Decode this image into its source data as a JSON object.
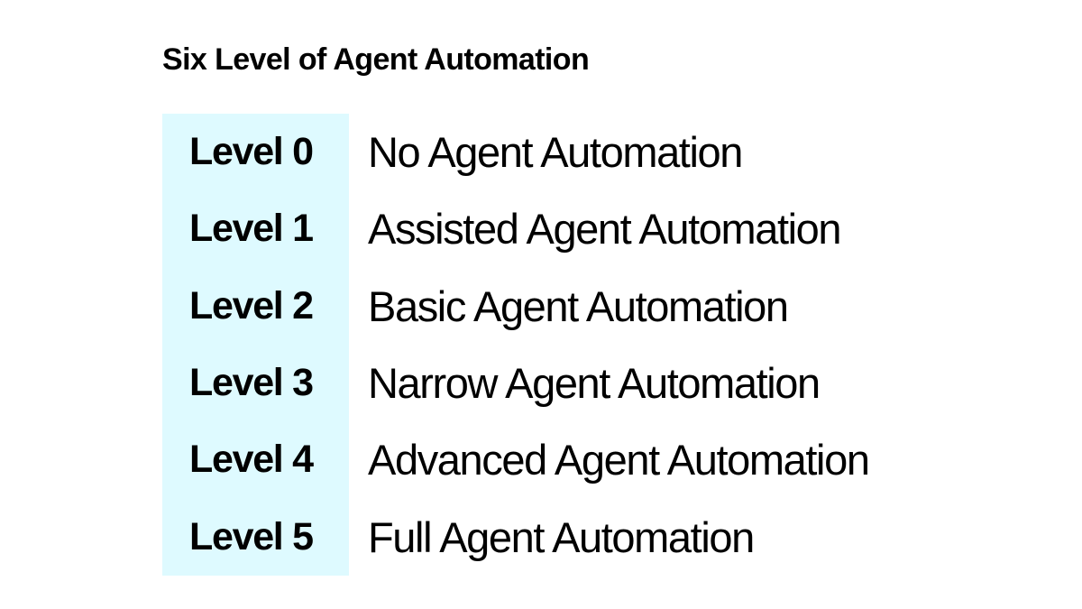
{
  "slide": {
    "background_color": "#ffffff",
    "title": "Six Level of Agent Automation",
    "highlight_color": "#defaff",
    "text_color": "#000000"
  },
  "table": {
    "rows": [
      {
        "level": "Level 0",
        "description": "No Agent Automation"
      },
      {
        "level": "Level 1",
        "description": "Assisted Agent Automation"
      },
      {
        "level": "Level 2",
        "description": "Basic Agent Automation"
      },
      {
        "level": "Level 3",
        "description": "Narrow Agent Automation"
      },
      {
        "level": "Level 4",
        "description": "Advanced Agent Automation"
      },
      {
        "level": "Level 5",
        "description": "Full Agent Automation"
      }
    ]
  }
}
